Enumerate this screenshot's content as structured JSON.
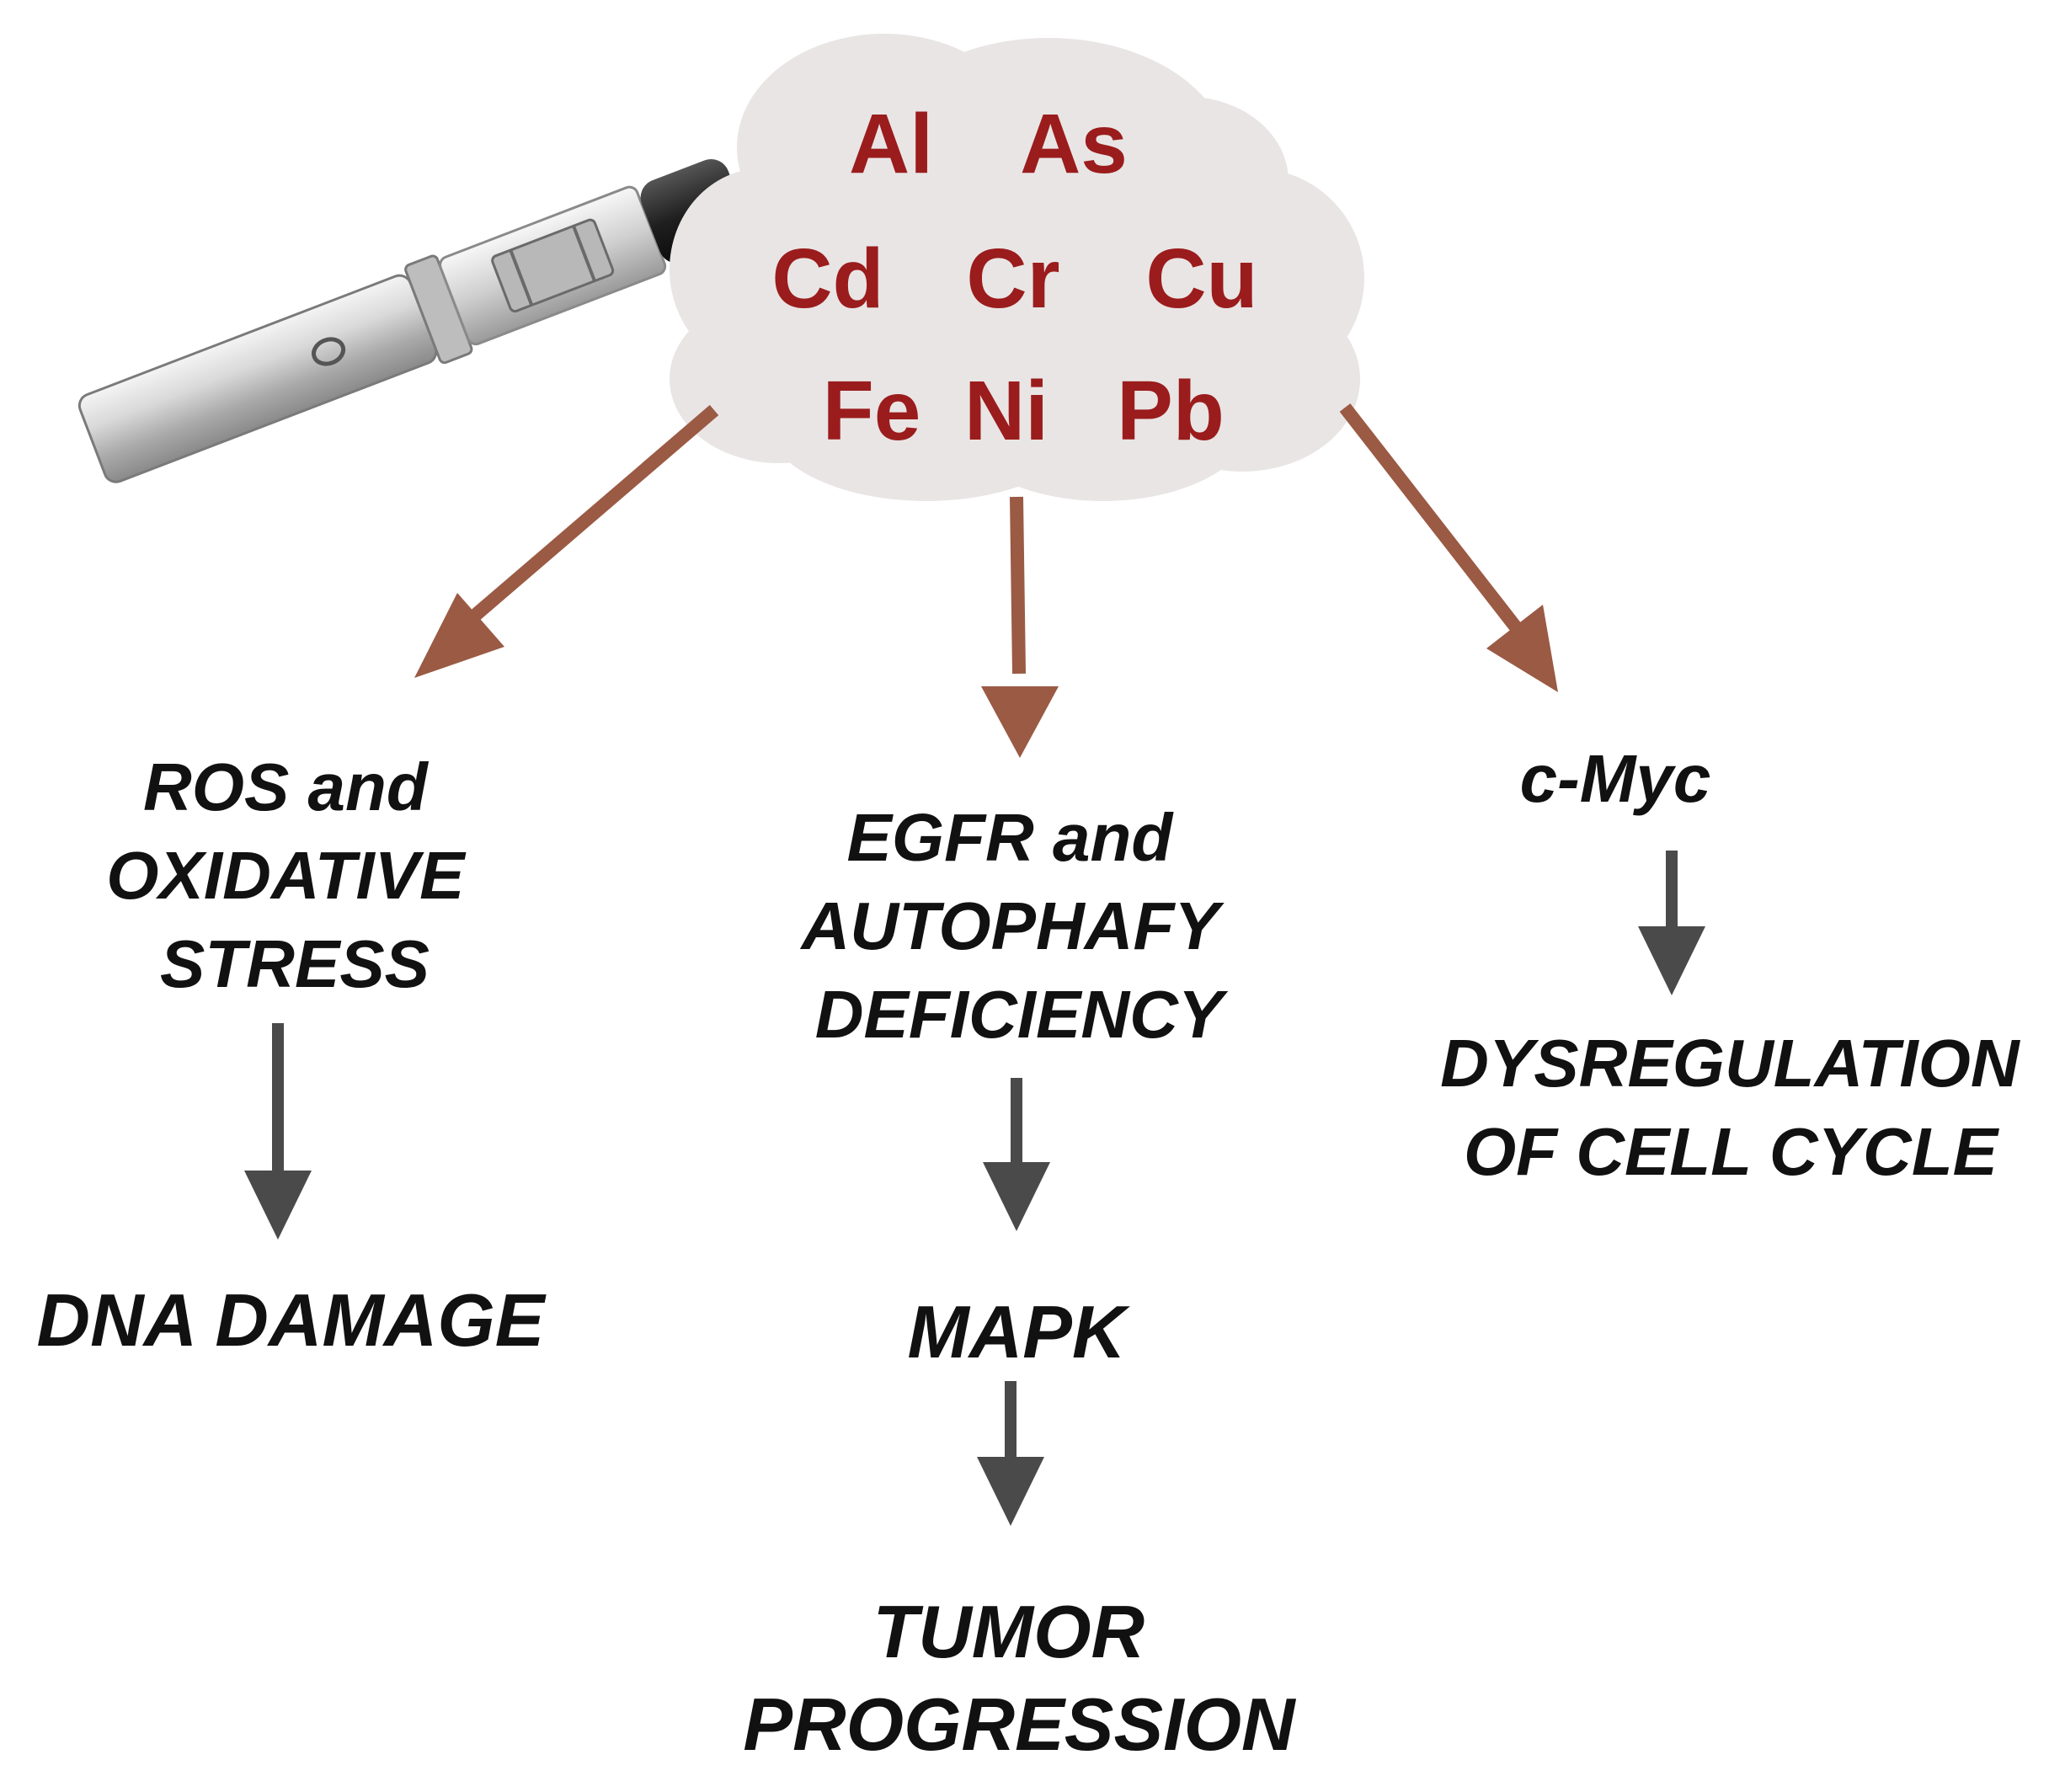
{
  "colors": {
    "cloud": "#e9e5e5",
    "metal_text": "#9b1c1c",
    "primary_arrow": "#9a5a44",
    "secondary_arrow": "#4a4a4a",
    "label_text": "#111111"
  },
  "icons": {
    "device": "e-cigarette-icon"
  },
  "cloud": {
    "metals": [
      "Al",
      "As",
      "Cd",
      "Cr",
      "Cu",
      "Fe",
      "Ni",
      "Pb"
    ]
  },
  "pathways": {
    "left": {
      "effect": [
        "ROS and",
        "OXIDATIVE",
        "STRESS"
      ],
      "outcome": [
        "DNA DAMAGE"
      ]
    },
    "center": {
      "effect": [
        "EGFR and",
        "AUTOPHAFY",
        "DEFICIENCY"
      ],
      "intermediate": [
        "MAPK"
      ],
      "outcome": [
        "TUMOR",
        "PROGRESSION"
      ]
    },
    "right": {
      "effect": [
        "c-Myc"
      ],
      "outcome": [
        "DYSREGULATION",
        "OF CELL CYCLE"
      ]
    }
  }
}
